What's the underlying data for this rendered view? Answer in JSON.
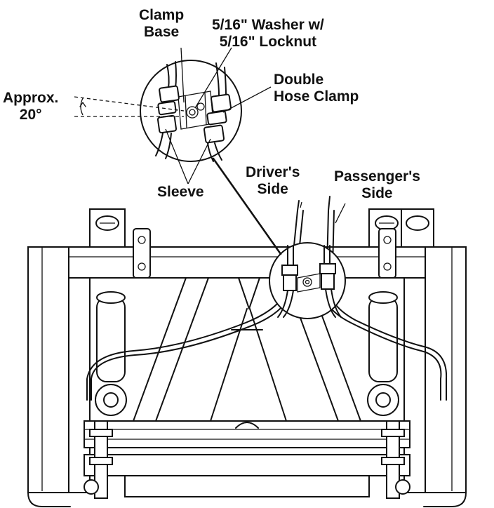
{
  "labels": {
    "clamp_base": [
      "Clamp",
      "Base"
    ],
    "washer_locknut": [
      "5/16\" Washer w/",
      "5/16\" Locknut"
    ],
    "approx_angle": [
      "Approx.",
      "20°"
    ],
    "double_hose_clamp": [
      "Double",
      "Hose Clamp"
    ],
    "sleeve": "Sleeve",
    "drivers_side": [
      "Driver's",
      "Side"
    ],
    "passengers_side": [
      "Passenger's",
      "Side"
    ]
  },
  "colors": {
    "ink": "#111111",
    "paper": "#ffffff"
  }
}
